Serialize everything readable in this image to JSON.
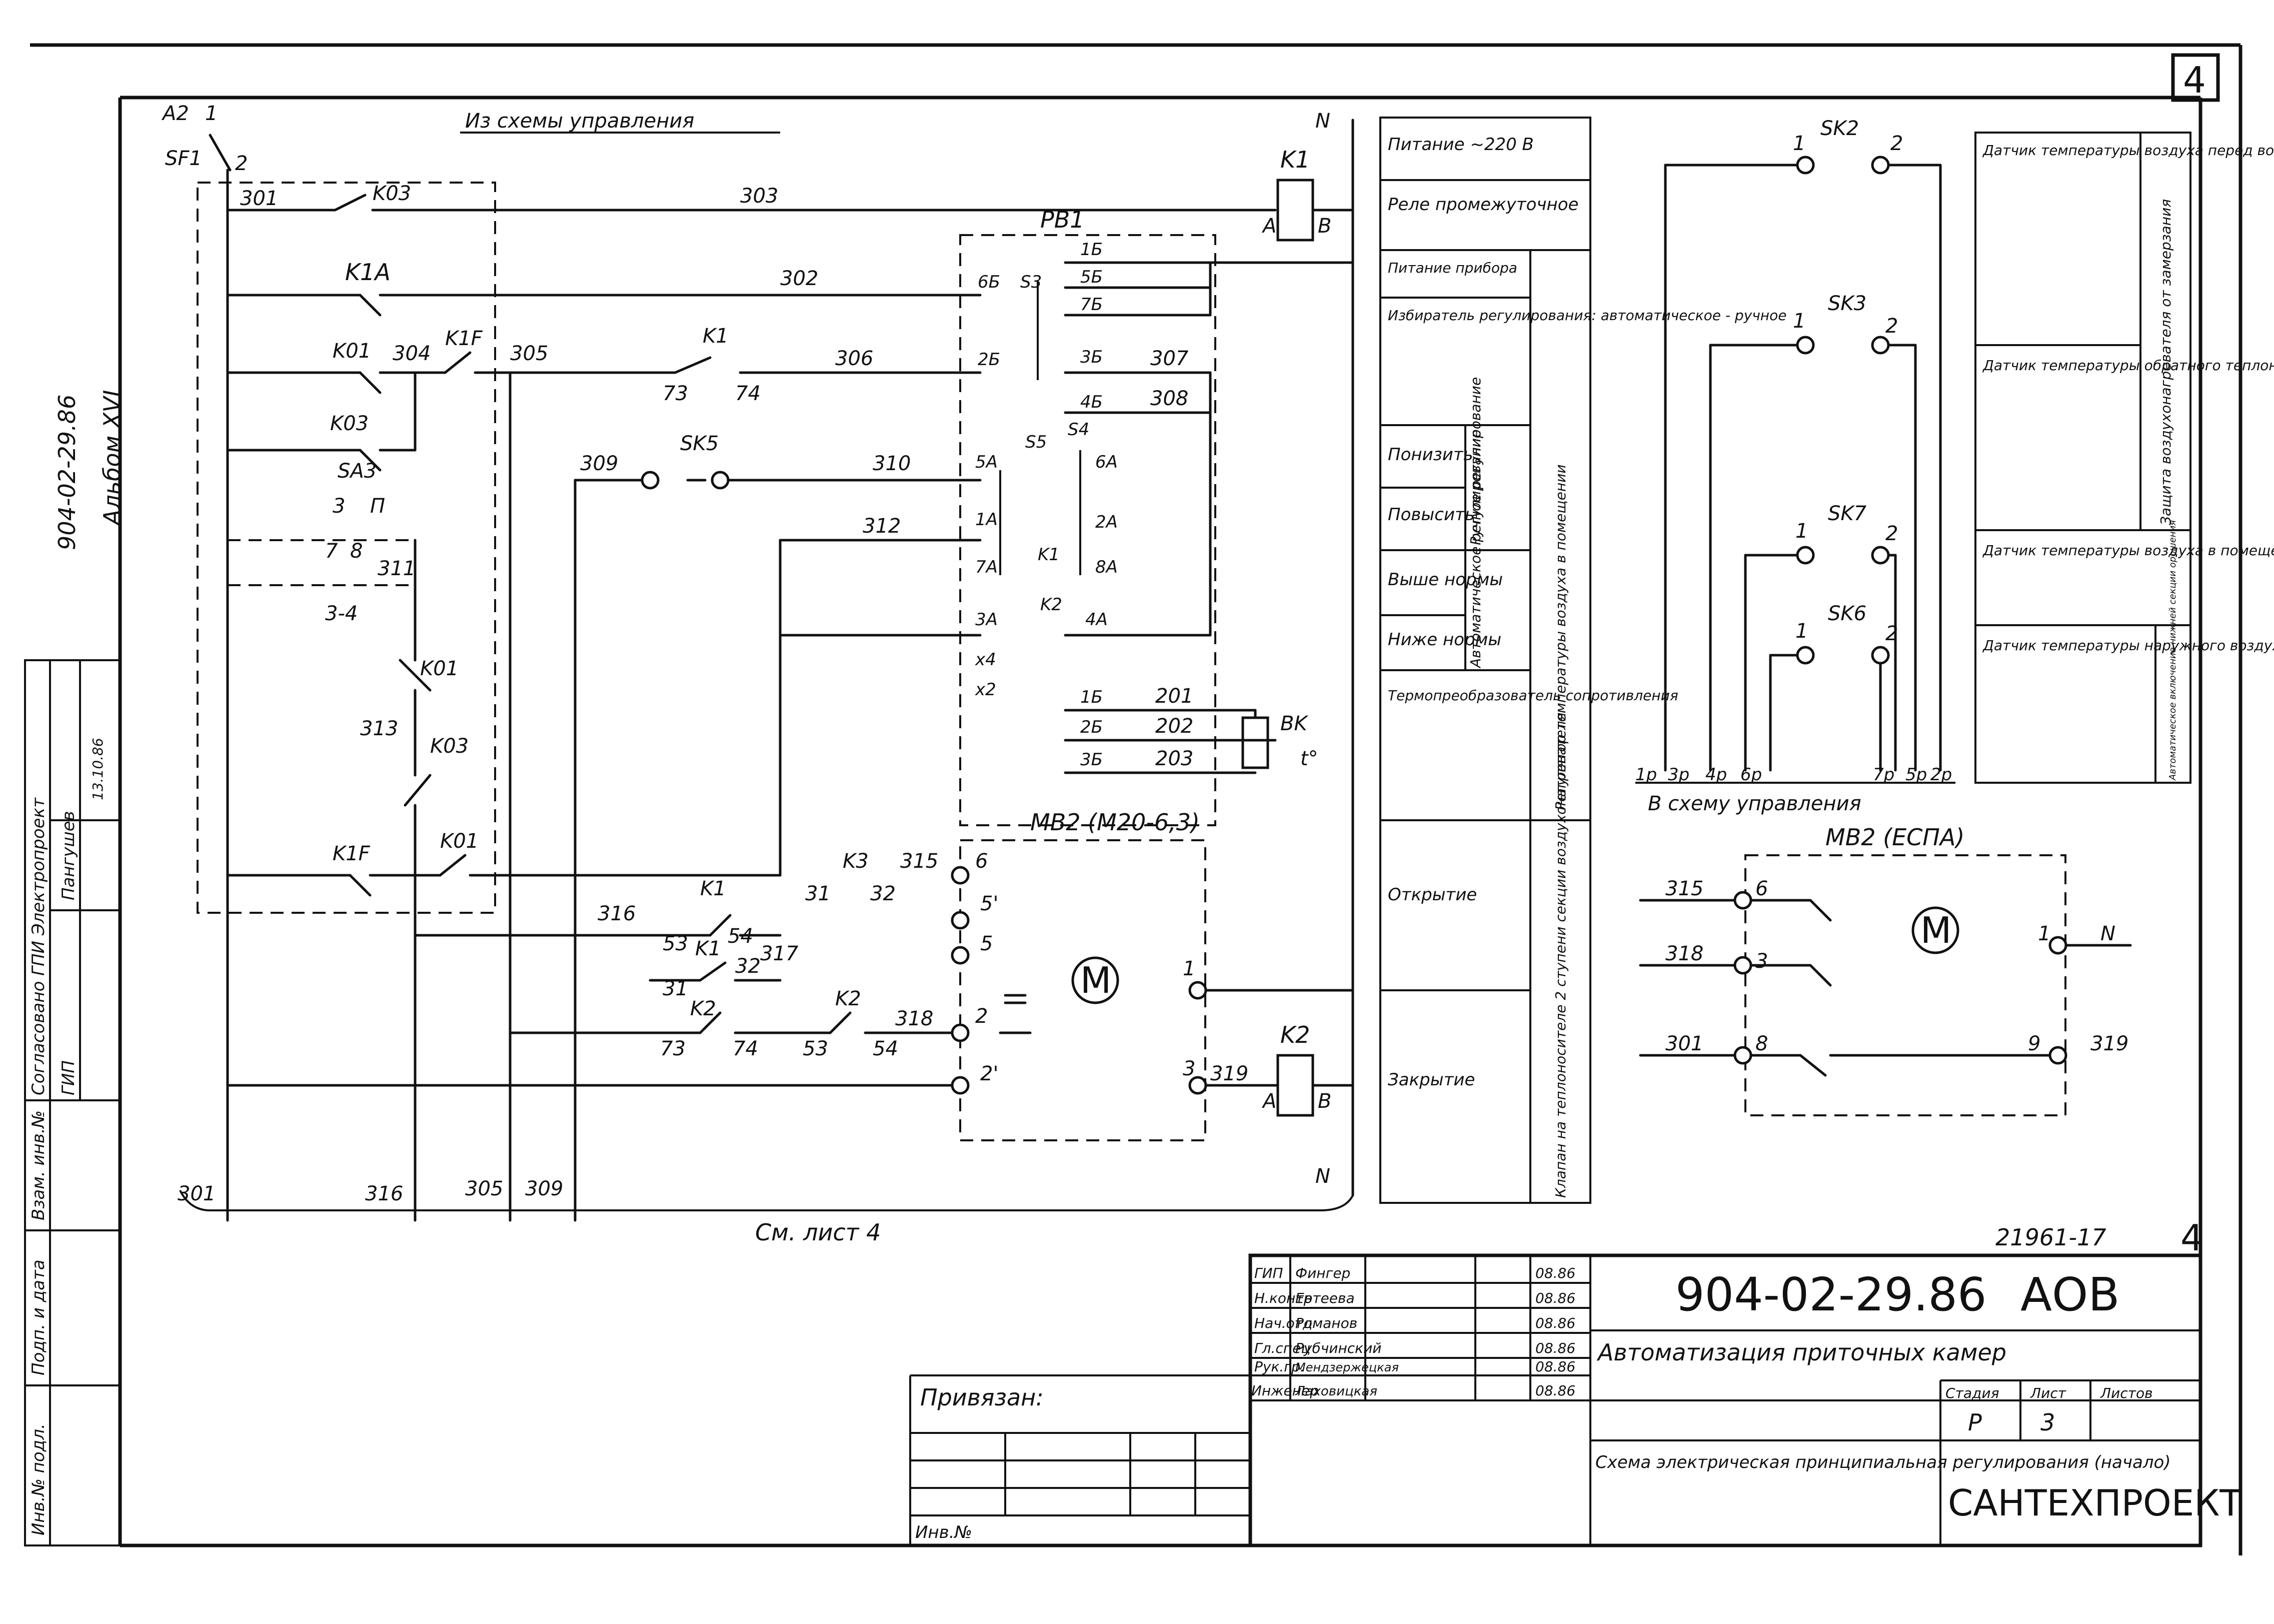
{
  "sheet_corner_number": "4",
  "left_margin": {
    "doc_number": "904-02-29.86",
    "album": "Альбом XVI",
    "agreed": "Согласовано ГПИ Электропроект",
    "gip_label": "ГИП",
    "gip_name": "Пангушев",
    "date_sig": "13.10.86",
    "inv_orig": "Инв.№ подл.",
    "sign_date": "Подп. и дата",
    "vzam_inv": "Взам. инв.№"
  },
  "schematic": {
    "header_link": "Из схемы управления",
    "footer_link": "См. лист 4",
    "breaker": "SF1",
    "breaker_pins": [
      "A2",
      "1",
      "2"
    ],
    "N": "N",
    "wires": [
      "301",
      "303",
      "302",
      "304",
      "305",
      "306",
      "307",
      "308",
      "309",
      "310",
      "311",
      "312",
      "313",
      "315",
      "316",
      "317",
      "318",
      "319",
      "201",
      "202",
      "203"
    ],
    "bottom_wires": [
      "301",
      "316",
      "305",
      "309"
    ],
    "contacts": [
      "K03",
      "K1A",
      "K01",
      "K1F",
      "K1",
      "K03",
      "SA3",
      "K01",
      "K03",
      "K1F",
      "K01",
      "K3",
      "K1",
      "K1",
      "K2",
      "K2",
      "K1",
      "K2"
    ],
    "pin_labels": [
      "73",
      "74",
      "53",
      "54",
      "31",
      "32",
      "31",
      "32",
      "73",
      "74",
      "53",
      "54",
      "3",
      "П",
      "7",
      "8",
      "3-4"
    ],
    "SK5": "SK5",
    "relay_K1": "K1",
    "relay_K2": "K2",
    "relay_terms": [
      "A",
      "B",
      "A",
      "B"
    ],
    "pb1": "PB1",
    "pb1_pins": [
      "6Б",
      "5Б",
      "7Б",
      "2Б",
      "3Б",
      "4Б",
      "1Б",
      "3Б",
      "6А",
      "5А",
      "1А",
      "7А",
      "2А",
      "8А",
      "3А",
      "4А",
      "x4",
      "x2",
      "1Б",
      "2Б",
      "3Б"
    ],
    "pb1_sw": [
      "S3",
      "S5",
      "S4",
      "K1",
      "K2"
    ],
    "sensor_BK": "BK",
    "sensor_t": "t°",
    "mb2_title": "МВ2 (М20-6,3)",
    "mb2_pins": [
      "6",
      "5'",
      "5",
      "1",
      "2",
      "2'",
      "3"
    ],
    "motor": "M"
  },
  "legend": {
    "rows": [
      "Питание ~220 В",
      "Реле промежуточное",
      "Питание прибора",
      "Избиратель регулирования: автоматическое - ручное",
      "Понизить",
      "Повысить",
      "Выше нормы",
      "Ниже нормы",
      "Термопреобразователь сопротивления",
      "Открытие",
      "Закрытие"
    ],
    "sub_manual": "Ручное регулирование",
    "sub_auto": "Автоматическое регулирование",
    "regulator": "Регулятор температуры воздуха в помещении",
    "valve": "Клапан на теплоносителе 2 ступени секции воздухонагревателя"
  },
  "sensors": {
    "items": [
      "SK2",
      "SK3",
      "SK7",
      "SK6"
    ],
    "pins": [
      "1",
      "2"
    ],
    "terms": [
      "1р",
      "3р",
      "4р",
      "6р",
      "7р",
      "5р",
      "2р"
    ],
    "to_control": "В схему управления",
    "labels": [
      "Датчик температуры воздуха перед воздухонагревателем",
      "Датчик температуры обратного теплоносителя",
      "Датчик температуры воздуха в помещении",
      "Датчик температуры наружного воздуха"
    ],
    "protection": "Защита воздухонагревателя от замерзания",
    "auto_enable": "Автоматическое включение нижней секции орошения"
  },
  "mb2_ecpa": {
    "title": "МВ2 (ЕСПА)",
    "wires": [
      "315",
      "318",
      "301",
      "319"
    ],
    "pins": [
      "6",
      "3",
      "8",
      "1",
      "9"
    ],
    "N": "N"
  },
  "title_block": {
    "archive_no": "21961-17",
    "sheet_mark": "4",
    "roles": [
      "ГИП",
      "Н.контр",
      "Нач.отд",
      "Гл.спец",
      "Рук.гр.",
      "Инженер"
    ],
    "names": [
      "Фингер",
      "Евтеева",
      "Романов",
      "Рубчинский",
      "Мендзержецкая",
      "Лаховицкая"
    ],
    "dates": [
      "08.86",
      "08.86",
      "08.86",
      "08.86",
      "08.86",
      "08.86"
    ],
    "doc_code": "904-02-29.86",
    "mark": "АОВ",
    "project": "Автоматизация приточных камер",
    "stage_h": "Стадия",
    "sheet_h": "Лист",
    "sheets_h": "Листов",
    "stage": "Р",
    "sheet": "3",
    "sheet_title": "Схема электрическая принципиальная регулирования (начало)",
    "company": "САНТЕХПРОЕКТ",
    "privyazan": "Привязан:",
    "inv_no": "Инв.№"
  }
}
